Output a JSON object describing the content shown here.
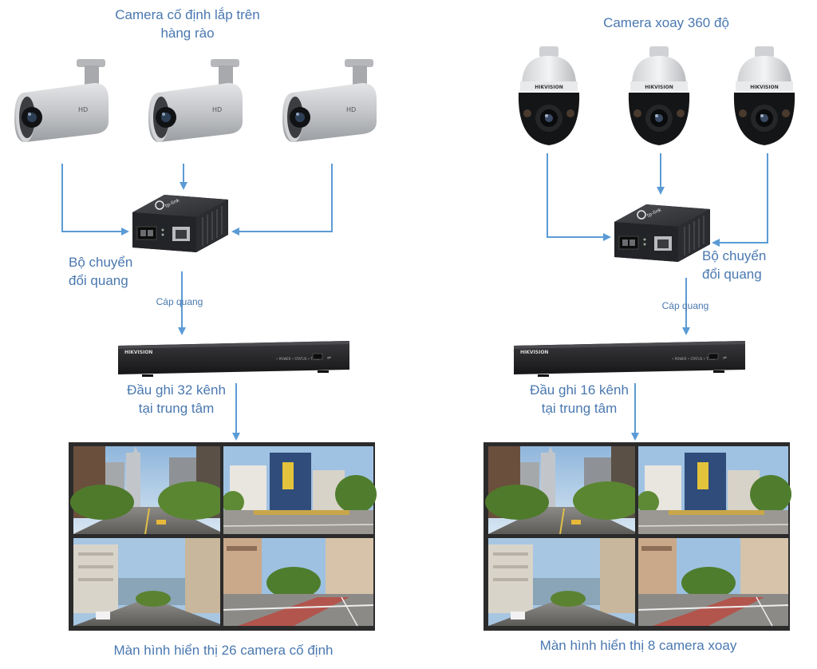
{
  "left": {
    "camera_title": [
      "Camera cố định lắp trên",
      "hàng rào"
    ],
    "converter_label": [
      "Bộ chuyển",
      "đổi quang"
    ],
    "cable_label": "Cáp quang",
    "recorder_label": [
      "Đầu ghi 32 kênh",
      "tại trung tâm"
    ],
    "monitor_caption": "Màn hình hiển thị 26 camera cố định"
  },
  "right": {
    "camera_title": [
      "Camera xoay 360 độ"
    ],
    "converter_label": [
      "Bộ chuyển",
      "đổi quang"
    ],
    "cable_label": "Cáp quang",
    "recorder_label": [
      "Đầu ghi 16 kênh",
      "tại trung tâm"
    ],
    "monitor_caption": "Màn hình hiển thị 8 camera xoay"
  },
  "brand_text": "HIKVISION",
  "converter_brand": "tp-link",
  "colors": {
    "text": "#4a78b0",
    "arrow": "#5b9bd5",
    "device_dark": "#1f1f22",
    "camera_body": "#c9cbce",
    "monitor_frame": "#2b2b2b"
  },
  "icons": [
    "bullet-camera-icon",
    "ptz-camera-icon",
    "media-converter-icon",
    "nvr-recorder-icon",
    "monitor-icon"
  ]
}
